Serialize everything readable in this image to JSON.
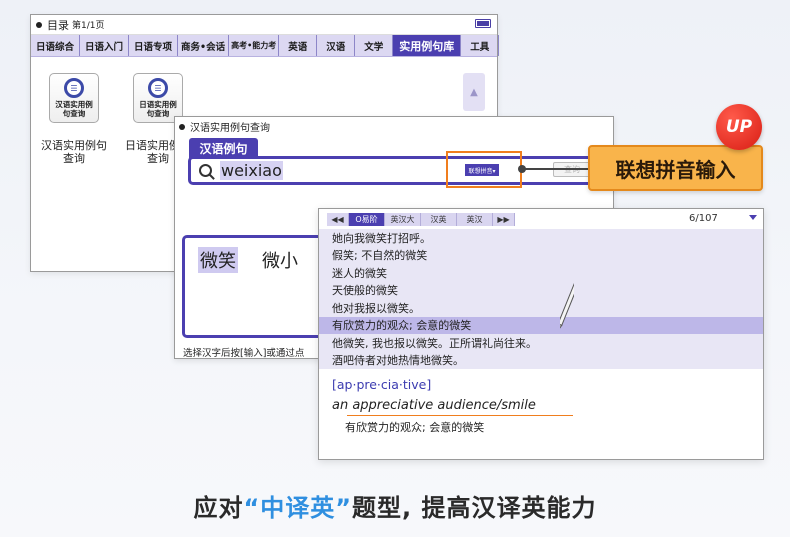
{
  "window1": {
    "title": "目录",
    "page": "第1/1页",
    "tabs": [
      "日语综合",
      "日语入门",
      "日语专项",
      "商务•会话",
      "高考•能力考",
      "英语",
      "汉语",
      "文学",
      "实用例句库",
      "工具"
    ],
    "active_tab": "实用例句库",
    "icons": [
      {
        "label": "汉语实用例句查询",
        "caption": "汉语实用例句查询",
        "icon": "book-icon"
      },
      {
        "label": "日语实用例句查询",
        "caption": "日语实用例句查询",
        "icon": "book-icon"
      }
    ]
  },
  "window2": {
    "title": "汉语实用例句查询",
    "section_tab": "汉语例句",
    "query": "weixiao",
    "mode_button": "联想拼音▾",
    "confirm_button": "查询",
    "candidates": [
      "微笑",
      "微小"
    ],
    "hint": "选择汉字后按[输入]或通过点"
  },
  "callout": {
    "text": "联想拼音输入",
    "badge": "UP",
    "highlight_color": "#f07e1e"
  },
  "window3": {
    "toolbar": [
      "◀◀",
      "O易阶",
      "英汉大",
      "汉英",
      "英汉",
      "▶▶"
    ],
    "page": "6/107",
    "sentences": [
      "她向我微笑打招呼。",
      "假笑; 不自然的微笑",
      "迷人的微笑",
      "天使般的微笑",
      "他对我报以微笑。",
      "有欣赏力的观众; 会意的微笑",
      "他微笑, 我也报以微笑。正所谓礼尚往来。",
      "酒吧侍者对她热情地微笑。"
    ],
    "highlighted_index": 5,
    "headword": "[ap·pre·cia·tive]",
    "example": "an appreciative audience/smile",
    "translation": "有欣赏力的观众; 会意的微笑"
  },
  "footer": {
    "prefix": "应对",
    "highlight": "“中译英”",
    "suffix": "题型, 提高汉译英能力"
  }
}
